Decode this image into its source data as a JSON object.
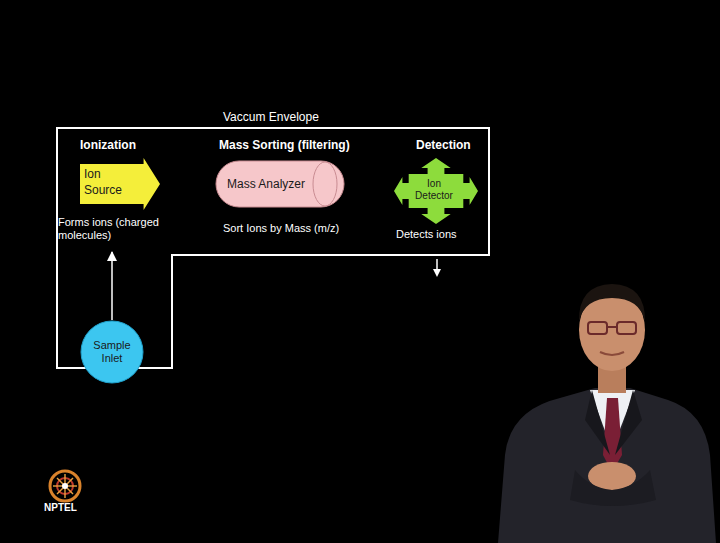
{
  "diagram": {
    "nodes": [
      {
        "text": [
          "Vaccum Envelope"
        ]
      },
      {
        "text": [
          "Ionization",
          "Ion Source",
          "Forms ions (charged molecules)"
        ],
        "in": 0
      },
      {
        "text": [
          "Mass Sorting (filtering)",
          "Mass Analyzer",
          "Sort Ions by Mass (m/z)"
        ],
        "in": 0
      },
      {
        "text": [
          "Detection",
          "Ion Detector",
          "Detects ions"
        ],
        "in": 0
      },
      {
        "text": [
          "Sample Inlet"
        ]
      }
    ],
    "edges": [
      {
        "from": 4,
        "to": 1,
        "arrow": "to"
      }
    ],
    "labels": [
      "NPTEL"
    ]
  }
}
